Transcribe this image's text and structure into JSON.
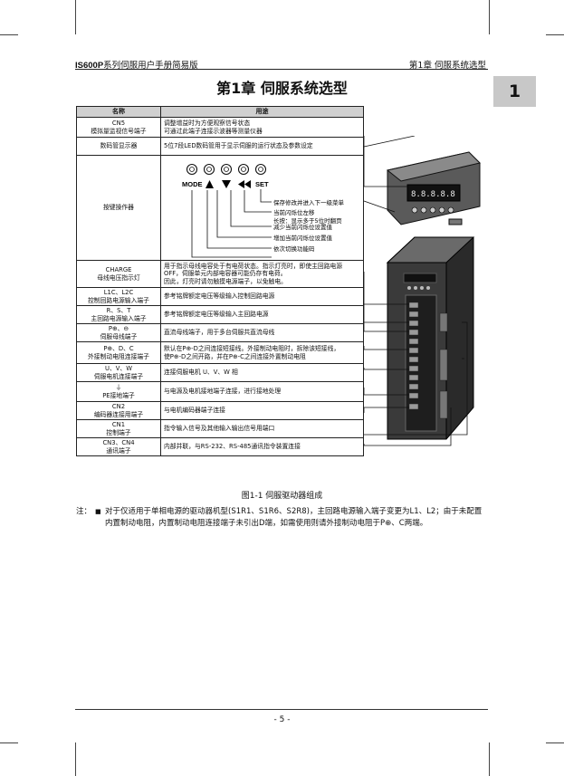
{
  "header": {
    "brand": "IS600P",
    "left_title": "系列伺服用户手册简易版",
    "right_title": "第1章  伺服系统选型"
  },
  "chapter": {
    "tab": "1",
    "title": "第1章  伺服系统选型"
  },
  "table": {
    "headers": [
      "名称",
      "用途"
    ],
    "rows": [
      {
        "name": [
          "CN5",
          "模拟量监视信号端子"
        ],
        "use": [
          "调整增益时为方便观察信号状态",
          "可通过此端子连接示波器等测量仪器"
        ]
      },
      {
        "name": [
          "数码管显示器"
        ],
        "use": [
          "5位7段LED数码管用于显示伺服的运行状态及参数设定"
        ]
      },
      {
        "name": [
          "按键操作器"
        ],
        "use": []
      },
      {
        "name": [
          "CHARGE",
          "母线电压指示灯"
        ],
        "use": [
          "用于指示母线电容处于有电荷状态。指示灯亮时，即使主回路电源",
          "OFF，伺服单元内部电容器可能仍存有电荷。",
          "因此，灯亮时请勿触摸电源端子，以免触电。"
        ]
      },
      {
        "name": [
          "L1C、L2C",
          "控制回路电源输入端子"
        ],
        "use": [
          "参考铭牌额定电压等级输入控制回路电源"
        ]
      },
      {
        "name": [
          "R、S、T",
          "主回路电源输入端子"
        ],
        "use": [
          "参考铭牌额定电压等级输入主回路电源"
        ]
      },
      {
        "name": [
          "P⊕、⊖",
          "伺服母线端子"
        ],
        "use": [
          "直流母线端子，用于多台伺服共直流母线"
        ]
      },
      {
        "name": [
          "P⊕、D、C",
          "外接制动电阻连接端子"
        ],
        "use": [
          "默认在P⊕-D之间连接短接线。外接制动电阻时，拆除该短接线，",
          "使P⊕-D之间开路，并在P⊕-C之间连接外置制动电阻"
        ]
      },
      {
        "name": [
          "U、V、W",
          "伺服电机连接端子"
        ],
        "use": [
          "连接伺服电机 U、V、W 相"
        ]
      },
      {
        "name": [
          "⏚",
          "PE接地端子"
        ],
        "use": [
          "与电源及电机接地端子连接，进行接地处理"
        ]
      },
      {
        "name": [
          "CN2",
          "编码器连接用端子"
        ],
        "use": [
          "与电机编码器端子连接"
        ]
      },
      {
        "name": [
          "CN1",
          "控制端子"
        ],
        "use": [
          "指令输入信号及其他输入输出信号用端口"
        ]
      },
      {
        "name": [
          "CN3、CN4",
          "通讯端子"
        ],
        "use": [
          "内部并联，与RS-232、RS-485通讯指令装置连接"
        ]
      }
    ]
  },
  "keypad": {
    "mode": "MODE",
    "set": "SET",
    "descs": [
      "保存修改并进入下一级菜单",
      "当前闪烁位左移",
      "长按：显示多于5位时翻页",
      "减少当前闪烁位设置值",
      "增加当前闪烁位设置值",
      "依次切换功能码"
    ]
  },
  "drive_display": "8.8.8.8.8",
  "caption": "图1-1 伺服驱动器组成",
  "note": {
    "label": "注：",
    "bullet": "■",
    "text": "对于仅适用于单相电源的驱动器机型(S1R1、S1R6、S2R8)，主回路电源输入端子变更为L1、L2；由于未配置内置制动电阻，内置制动电阻连接端子未引出D端，如需使用则请外接制动电阻于P⊕、C两端。"
  },
  "page_number": "- 5 -"
}
